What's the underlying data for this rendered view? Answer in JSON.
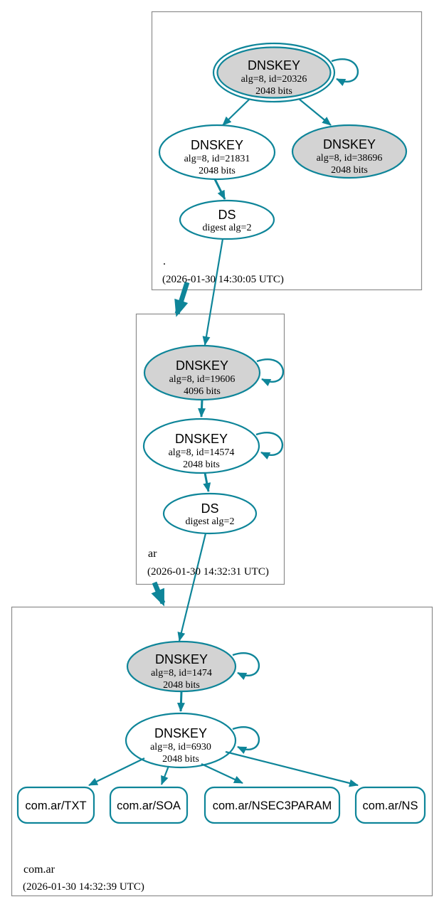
{
  "colors": {
    "accent_teal": "#0e8599",
    "node_fill_gray": "#d3d3d3",
    "node_fill_white": "#ffffff",
    "zone_border_gray": "#8c8c8c",
    "text_black": "#000000"
  },
  "zones": [
    {
      "name": ".",
      "timestamp": "(2026-01-30 14:30:05 UTC)",
      "dnskeys": [
        {
          "title": "DNSKEY",
          "alg": "alg=8, id=20326",
          "bits": "2048 bits",
          "style": "ksk-double-ring-gray",
          "self_signed": true
        },
        {
          "title": "DNSKEY",
          "alg": "alg=8, id=21831",
          "bits": "2048 bits",
          "style": "white",
          "self_signed": false
        },
        {
          "title": "DNSKEY",
          "alg": "alg=8, id=38696",
          "bits": "2048 bits",
          "style": "gray",
          "self_signed": false
        }
      ],
      "ds": {
        "title": "DS",
        "digest": "digest alg=2"
      }
    },
    {
      "name": "ar",
      "timestamp": "(2026-01-30 14:32:31 UTC)",
      "dnskeys": [
        {
          "title": "DNSKEY",
          "alg": "alg=8, id=19606",
          "bits": "4096 bits",
          "style": "gray",
          "self_signed": true
        },
        {
          "title": "DNSKEY",
          "alg": "alg=8, id=14574",
          "bits": "2048 bits",
          "style": "white",
          "self_signed": true
        }
      ],
      "ds": {
        "title": "DS",
        "digest": "digest alg=2"
      }
    },
    {
      "name": "com.ar",
      "timestamp": "(2026-01-30 14:32:39 UTC)",
      "dnskeys": [
        {
          "title": "DNSKEY",
          "alg": "alg=8, id=1474",
          "bits": "2048 bits",
          "style": "gray",
          "self_signed": true
        },
        {
          "title": "DNSKEY",
          "alg": "alg=8, id=6930",
          "bits": "2048 bits",
          "style": "white",
          "self_signed": true
        }
      ],
      "rrsets": [
        {
          "label": "com.ar/TXT"
        },
        {
          "label": "com.ar/SOA"
        },
        {
          "label": "com.ar/NSEC3PARAM"
        },
        {
          "label": "com.ar/NS"
        }
      ]
    }
  ]
}
